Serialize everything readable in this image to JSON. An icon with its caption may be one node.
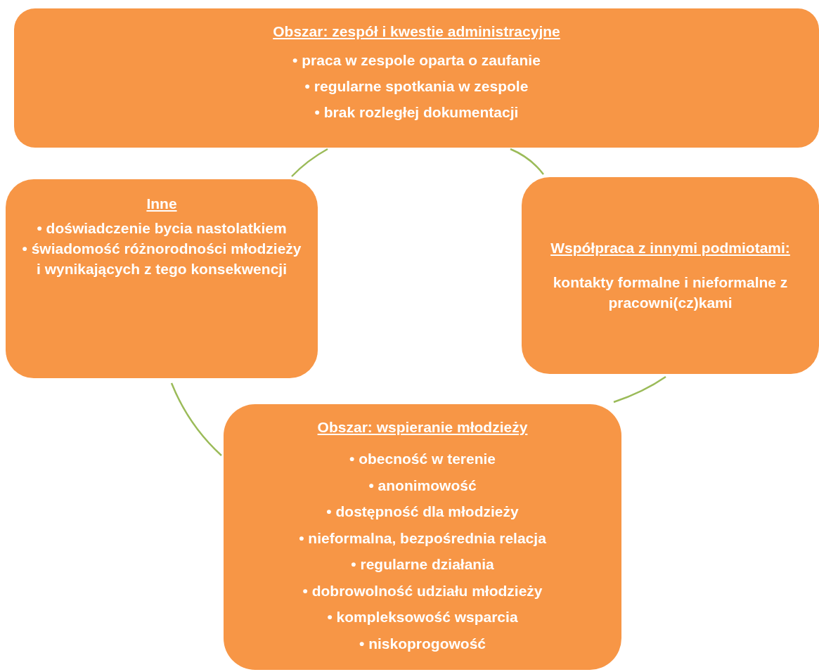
{
  "diagram": {
    "nodes": [
      {
        "text": [
          "Obszar: zespół i kwestie administracyjne",
          "• praca w zespole oparta o zaufanie",
          "• regularne spotkania w zespole",
          "• brak rozległej dokumentacji"
        ]
      },
      {
        "text": [
          "Inne",
          "• doświadczenie bycia nastolatkiem",
          "• świadomość różnorodności młodzieży i wynikających z tego konsekwencji"
        ]
      },
      {
        "text": [
          "Współpraca z innymi podmiotami:",
          "kontakty formalne i nieformalne z pracowni(cz)kami"
        ]
      },
      {
        "text": [
          "Obszar: wspieranie młodzieży",
          "• obecność w terenie",
          "• anonimowość",
          "• dostępność dla młodzieży",
          "• nieformalna, bezpośrednia relacja",
          "• regularne działania",
          "• dobrowolność udziału młodzieży",
          "• kompleksowość wsparcia",
          "• niskoprogowość"
        ]
      }
    ],
    "edges": [
      {
        "from": 0,
        "to": 2,
        "arrow": "none"
      },
      {
        "from": 2,
        "to": 3,
        "arrow": "none"
      },
      {
        "from": 3,
        "to": 1,
        "arrow": "none"
      },
      {
        "from": 1,
        "to": 0,
        "arrow": "none"
      }
    ]
  }
}
